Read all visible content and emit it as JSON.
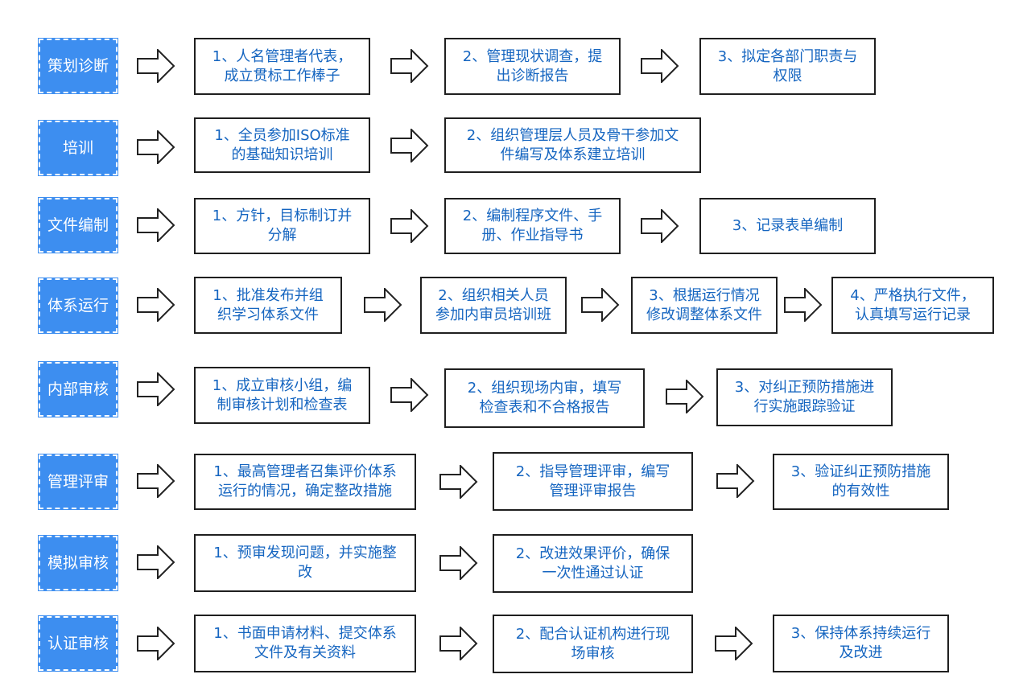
{
  "rows": [
    {
      "phase": "策划诊断",
      "steps": [
        "1、人名管理者代表，\n成立贯标工作棒子",
        "2、管理现状调查，提\n出诊断报告",
        "3、拟定各部门职责与\n权限"
      ]
    },
    {
      "phase": "培训",
      "steps": [
        "1、全员参加ISO标准\n的基础知识培训",
        "2、组织管理层人员及骨干参加文\n件编写及体系建立培训"
      ]
    },
    {
      "phase": "文件编制",
      "steps": [
        "1、方针，目标制订并\n分解",
        "2、编制程序文件、手\n册、作业指导书",
        "3、记录表单编制"
      ]
    },
    {
      "phase": "体系运行",
      "steps": [
        "1、批准发布并组\n织学习体系文件",
        "2、组织相关人员\n参加内审员培训班",
        "3、根据运行情况\n修改调整体系文件",
        "4、严格执行文件，\n认真填写运行记录"
      ]
    },
    {
      "phase": "内部审核",
      "steps": [
        "1、成立审核小组，编\n制审核计划和检查表",
        "2、组织现场内审，填写\n检查表和不合格报告",
        "3、对纠正预防措施进\n行实施跟踪验证"
      ]
    },
    {
      "phase": "管理评审",
      "steps": [
        "1、最高管理者召集评价体系\n运行的情况，确定整改措施",
        "2、指导管理评审，编写\n管理评审报告",
        "3、验证纠正预防措施\n的有效性"
      ]
    },
    {
      "phase": "模拟审核",
      "steps": [
        "1、预审发现问题，并实施整\n改",
        "2、改进效果评价，确保\n一次性通过认证"
      ]
    },
    {
      "phase": "认证审核",
      "steps": [
        "1、书面申请材料、提交体系\n文件及有关资料",
        "2、配合认证机构进行现\n场审核",
        "3、保持体系持续运行\n及改进"
      ]
    }
  ]
}
